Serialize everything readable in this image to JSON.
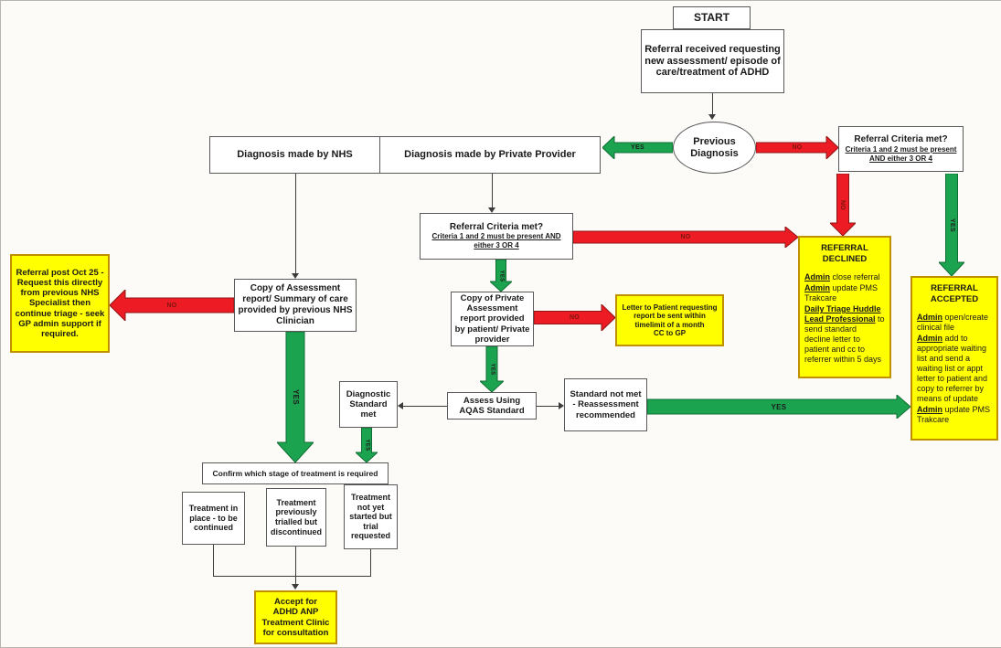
{
  "labels": {
    "yes": "YES",
    "no": "NO"
  },
  "colors": {
    "arrow_green": "#1CA350",
    "arrow_red": "#ED1C24",
    "highlight_yellow": "#FFFF00",
    "box_border": "#595959"
  },
  "nodes": {
    "start": "START",
    "referral_received": "Referral received requesting new assessment/ episode of care/treatment of ADHD",
    "previous_diagnosis": "Previous Diagnosis",
    "criteria": {
      "title": "Referral Criteria met?",
      "subtitle": "Criteria 1 and 2 must be present AND either 3 OR 4"
    },
    "diagnosis_nhs": "Diagnosis made by NHS",
    "diagnosis_private": "Diagnosis made by Private Provider",
    "copy_nhs": "Copy of Assessment report/ Summary of care provided by previous NHS Clinician",
    "copy_private": "Copy of Private Assessment report  provided by patient/ Private provider",
    "referral_post": "Referral post Oct 25 - Request this directly from previous NHS Specialist then continue triage - seek GP admin support if required.",
    "letter_patient": "Letter to Patient requesting report be sent within timelimit of a month\nCC to GP",
    "diagnostic_met": "Diagnostic Standard met",
    "assess_aqas": "Assess Using AQAS Standard",
    "standard_not_met": "Standard not met - Reassessment recommended",
    "confirm_stage": "Confirm which stage of treatment is required",
    "treatment_in_place": "Treatment in place - to be continued",
    "treatment_trialled": "Treatment previously trialled but discontinued",
    "treatment_not_started": "Treatment not yet started but trial requested",
    "accept_adhd": "Accept for\nADHD ANP\nTreatment Clinic\nfor  consultation",
    "referral_declined": {
      "title": "REFERRAL DECLINED",
      "lines": [
        {
          "strong": "Admin",
          "rest": " close referral"
        },
        {
          "strong": "Admin",
          "rest": " update PMS Trakcare"
        },
        {
          "strong": "Daily Triage Huddle Lead Professional",
          "rest": " to send standard decline letter to patient and cc  to referrer within 5 days"
        }
      ]
    },
    "referral_accepted": {
      "title": "REFERRAL ACCEPTED",
      "lines": [
        {
          "strong": "Admin",
          "rest": " open/create clinical file"
        },
        {
          "strong": "Admin",
          "rest": " add to appropriate waiting list and send a waiting list or appt letter to patient and copy to referrer by means of update"
        },
        {
          "strong": "Admin",
          "rest": " update PMS Trakcare"
        }
      ]
    }
  }
}
